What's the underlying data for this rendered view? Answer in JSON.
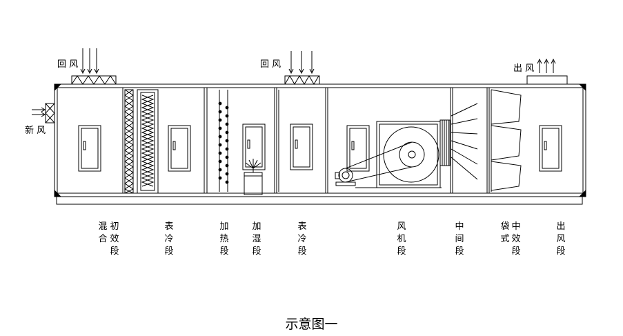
{
  "annotations": {
    "return_air_left": "回 风",
    "return_air_mid": "回 风",
    "supply_air": "出 风",
    "fresh_air": "新 风"
  },
  "sections": [
    {
      "id": "mix",
      "text": "混合"
    },
    {
      "id": "primary",
      "text": "初效段"
    },
    {
      "id": "cooling1",
      "text": "表冷段"
    },
    {
      "id": "heating",
      "text": "加热段"
    },
    {
      "id": "humidify",
      "text": "加湿段"
    },
    {
      "id": "cooling2",
      "text": "表冷段"
    },
    {
      "id": "fan",
      "text": "风机段"
    },
    {
      "id": "middle",
      "text": "中间段"
    },
    {
      "id": "bag",
      "text": "袋式"
    },
    {
      "id": "medium",
      "text": "中效段"
    },
    {
      "id": "outlet",
      "text": "出风段"
    }
  ],
  "caption": "示意图一"
}
